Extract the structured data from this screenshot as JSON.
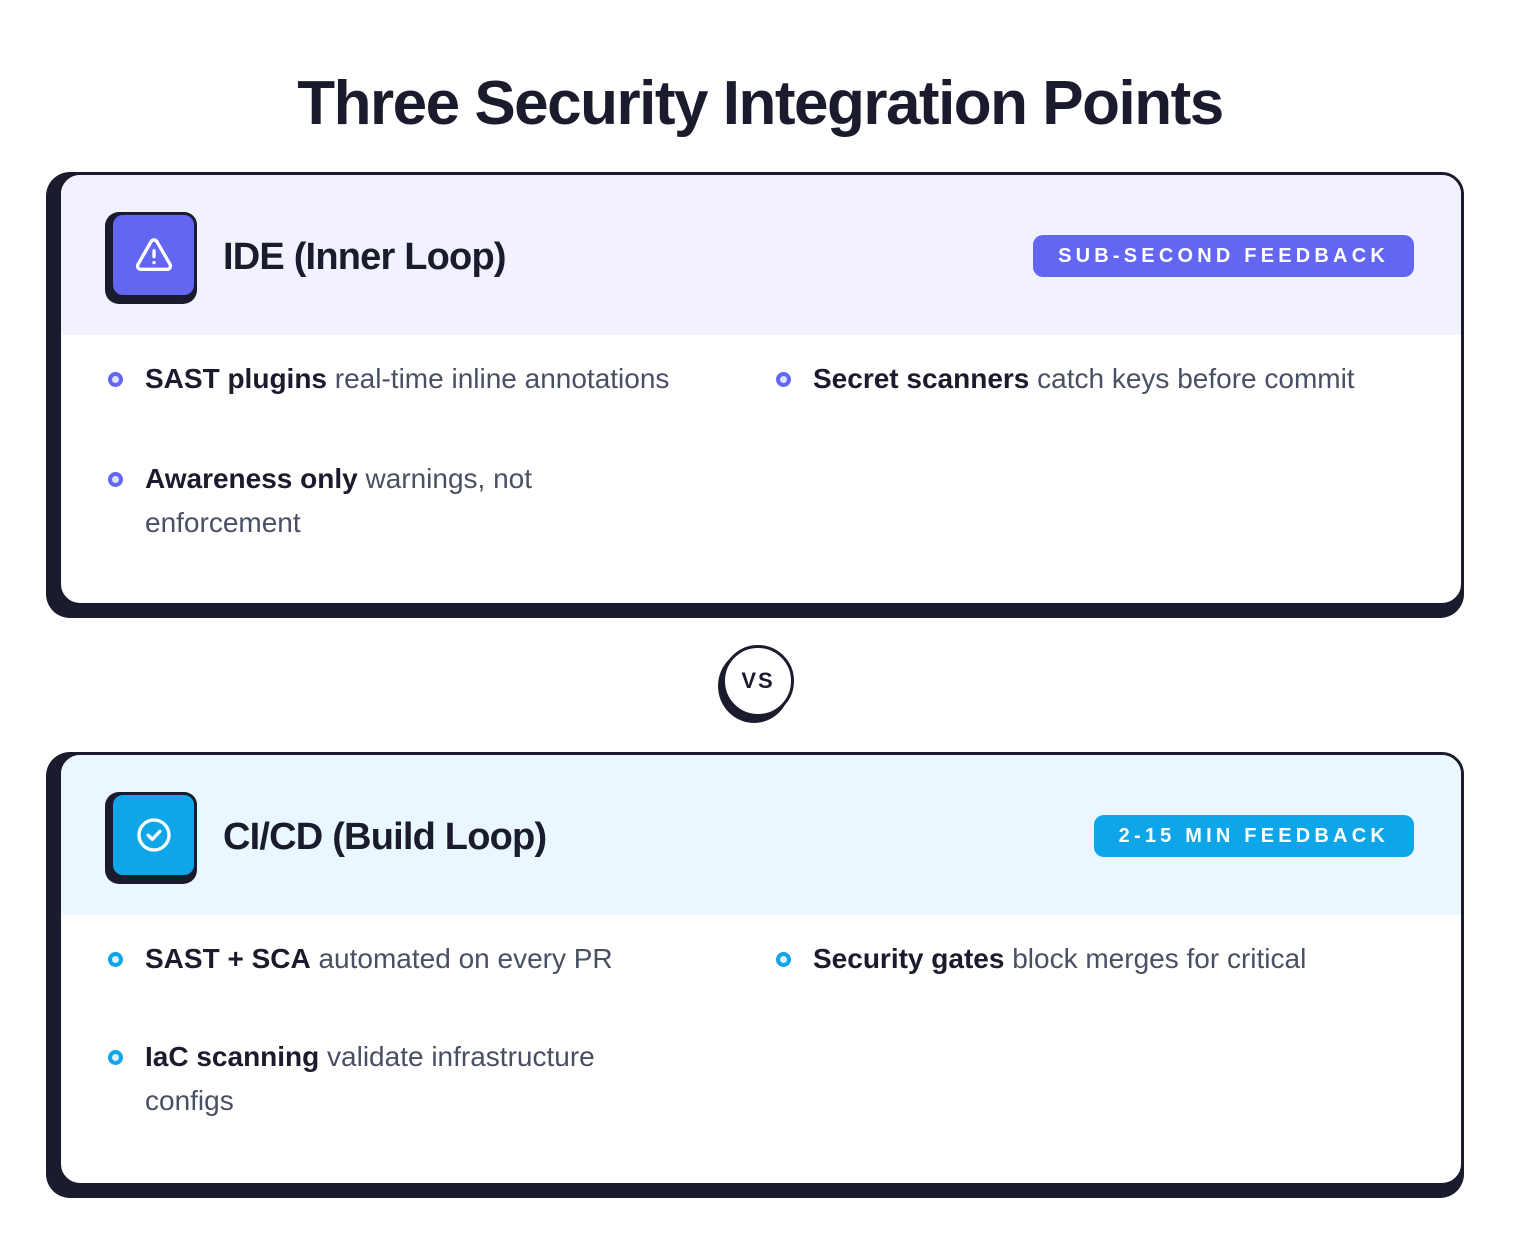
{
  "title": "Three Security Integration Points",
  "vs_label": "VS",
  "cards": [
    {
      "title": "IDE (Inner Loop)",
      "icon": "warning-triangle-icon",
      "badge": "SUB-SECOND FEEDBACK",
      "accent": "#6366f1",
      "header_bg": "#f1f2fe",
      "dot_fill": "#e0e1fc",
      "items": [
        {
          "strong": "SAST plugins",
          "desc": "real-time inline annotations"
        },
        {
          "strong": "Secret scanners",
          "desc": "catch keys before commit"
        },
        {
          "strong": "Awareness only",
          "desc": "warnings, not enforcement"
        }
      ]
    },
    {
      "title": "CI/CD (Build Loop)",
      "icon": "check-circle-icon",
      "badge": "2-15 MIN FEEDBACK",
      "accent": "#0ea5e9",
      "header_bg": "#eaf7fe",
      "dot_fill": "#d9f0fd",
      "items": [
        {
          "strong": "SAST + SCA",
          "desc": "automated on every PR"
        },
        {
          "strong": "Security gates",
          "desc": "block merges for critical"
        },
        {
          "strong": "IaC scanning",
          "desc": "validate infrastructure configs"
        }
      ]
    }
  ]
}
